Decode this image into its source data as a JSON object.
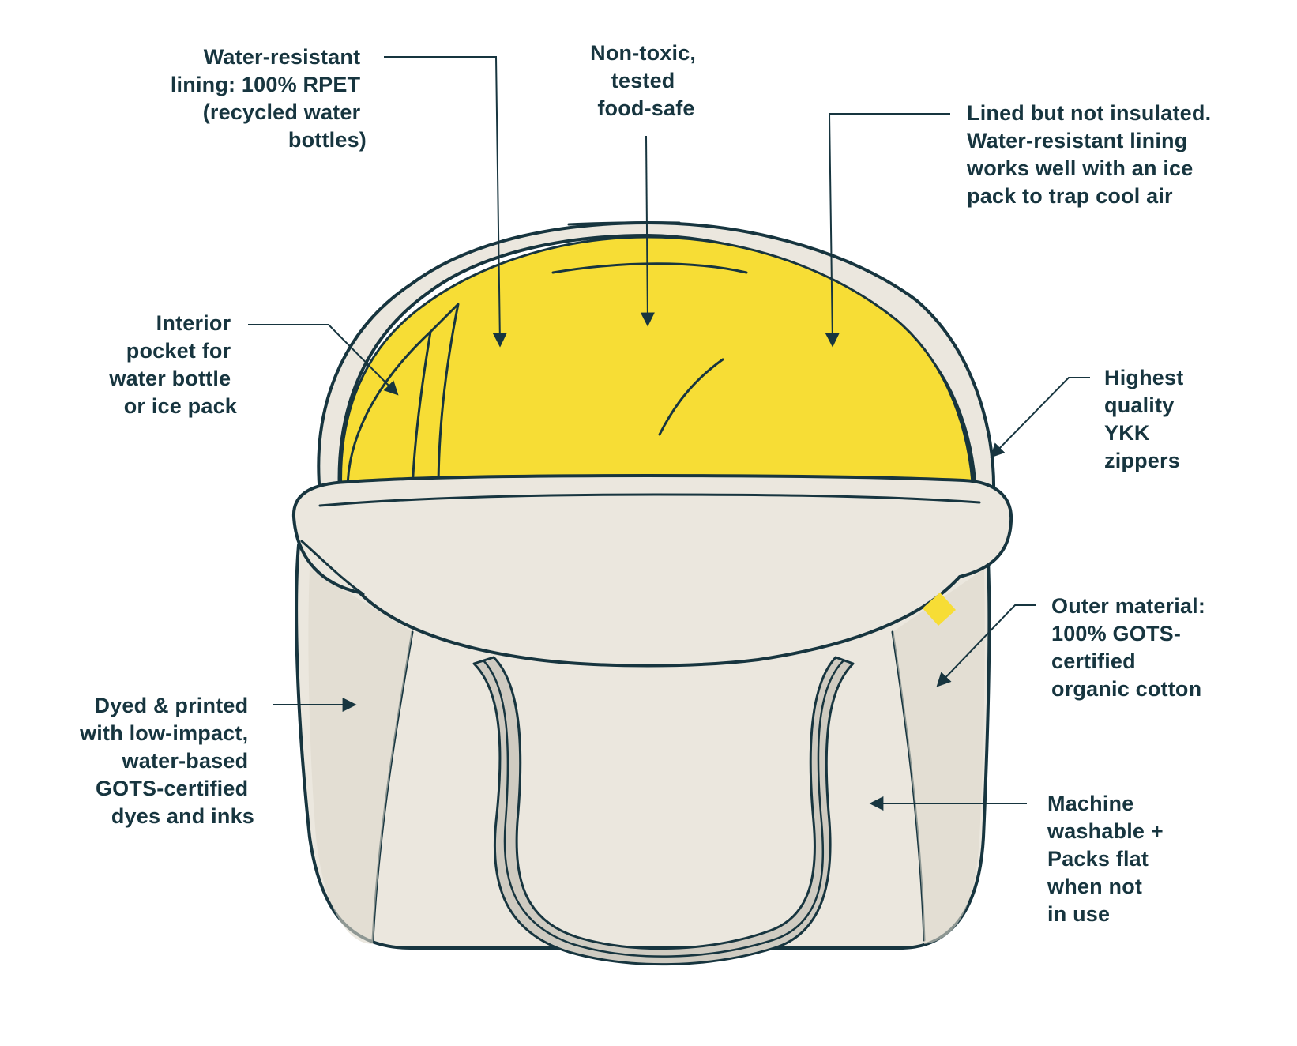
{
  "colors": {
    "ink": "#17353f",
    "lining": "#f7dd35",
    "canvas": "#ebe7de",
    "canvas_shade": "#ddd8cc",
    "handle": "#cfcbc1",
    "tag": "#f7dd35"
  },
  "callouts": [
    {
      "id": "lining",
      "lines": [
        "Water-resistant",
        "lining: 100% RPET",
        "(recycled water",
        "bottles)"
      ]
    },
    {
      "id": "food-safe",
      "lines": [
        "Non-toxic,",
        "tested",
        "food-safe"
      ]
    },
    {
      "id": "insulation",
      "lines": [
        "Lined but not insulated.",
        "Water-resistant lining",
        "works well with an ice",
        "pack to trap cool air"
      ]
    },
    {
      "id": "pocket",
      "lines": [
        "Interior",
        "pocket for",
        "water bottle",
        "or ice pack"
      ]
    },
    {
      "id": "zippers",
      "lines": [
        "Highest",
        "quality",
        "YKK",
        "zippers"
      ]
    },
    {
      "id": "outer-material",
      "lines": [
        "Outer material:",
        "100% GOTS-",
        "certified",
        "organic cotton"
      ]
    },
    {
      "id": "dyes",
      "lines": [
        "Dyed & printed",
        "with low-impact,",
        "water-based",
        "GOTS-certified",
        "dyes and inks"
      ]
    },
    {
      "id": "washable",
      "lines": [
        "Machine",
        "washable +",
        "Packs flat",
        "when not",
        "in use"
      ]
    }
  ]
}
